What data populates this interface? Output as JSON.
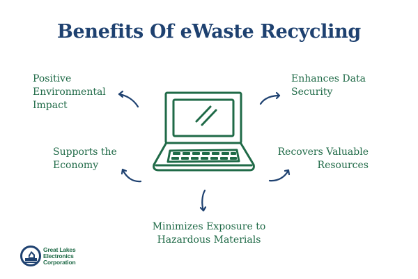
{
  "title": "Benefits Of eWaste Recycling",
  "center_icon": "laptop-icon",
  "benefits": {
    "environment": {
      "lines": [
        "Positive",
        "Environmental",
        "Impact"
      ]
    },
    "data_security": {
      "lines": [
        "Enhances Data",
        "Security"
      ]
    },
    "economy": {
      "lines": [
        "Supports the",
        "Economy"
      ]
    },
    "resources": {
      "lines": [
        "Recovers Valuable",
        "Resources"
      ]
    },
    "hazardous": {
      "lines": [
        "Minimizes Exposure to",
        "Hazardous Materials"
      ]
    }
  },
  "logo": {
    "icon": "great-lakes-logo-icon",
    "lines": [
      "Great Lakes",
      "Electronics",
      "Corporation"
    ]
  },
  "colors": {
    "title": "#1e4170",
    "benefit_text": "#1f6a47",
    "laptop_stroke": "#1f6a47",
    "arrows": "#1e4170",
    "background": "#ffffff"
  }
}
